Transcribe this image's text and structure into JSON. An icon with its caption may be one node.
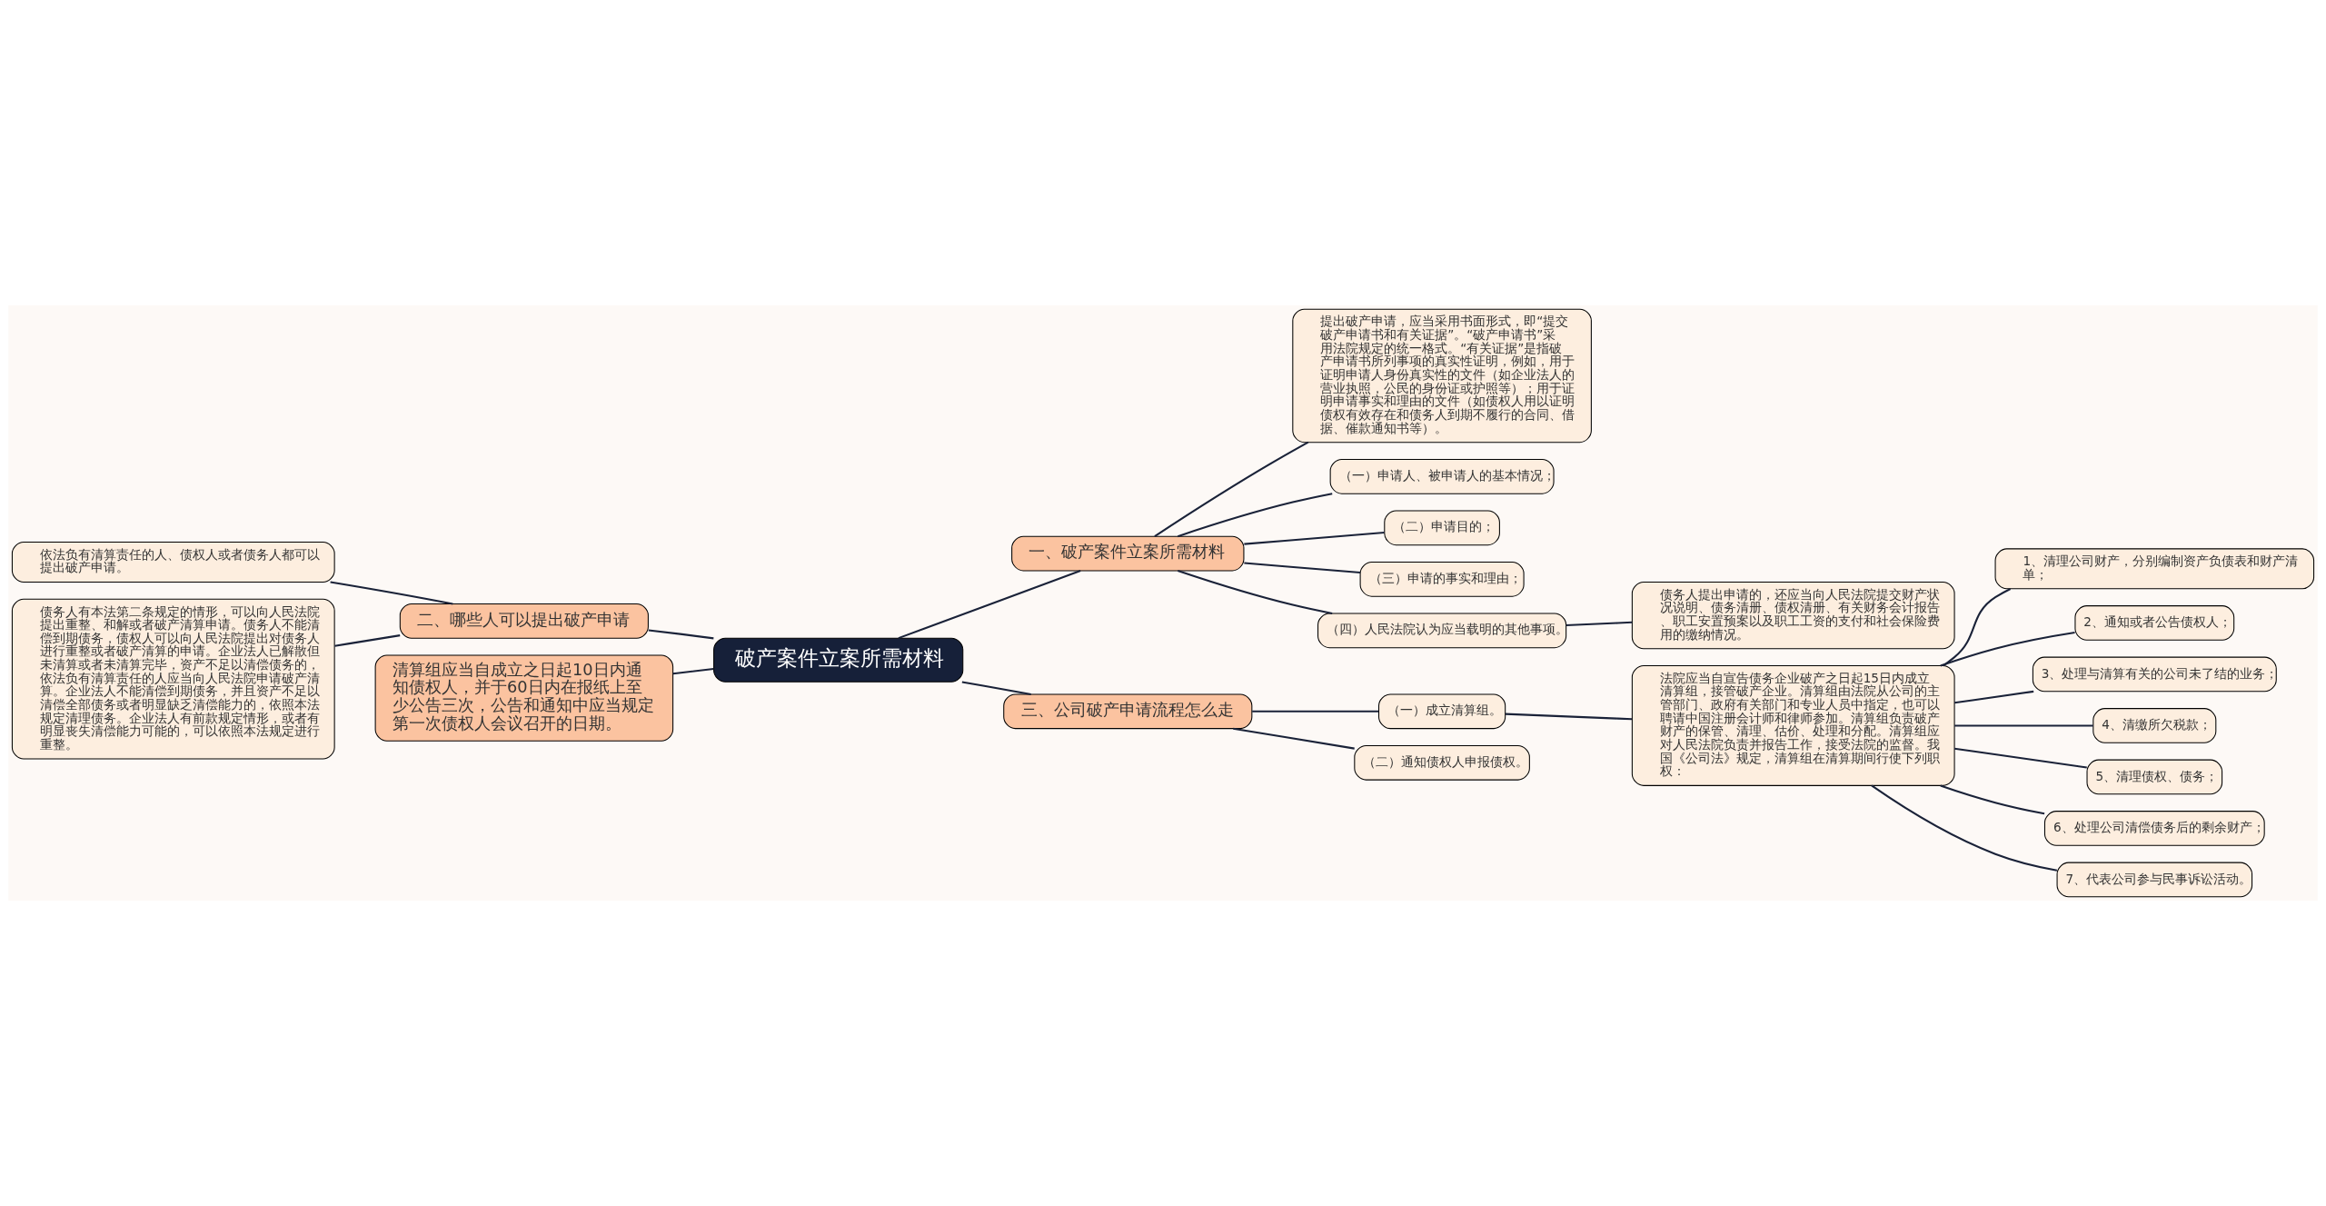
{
  "diagram": {
    "nodes": [
      {
        "text": [
          "破产案件立案所需材料"
        ]
      },
      {
        "text": [
          "一、破产案件立案所需材料"
        ]
      },
      {
        "text": [
          "提出破产申请，应当采用书面形式，即“提交破产申请书和有关证据”。“破产申请书”采用法院规定的统一格式。“有关证据”是指破产申请书所列事项的真实性证明，例如，用于证明申请人身份真实性的文件（如企业法人的营业执照，公民的身份证或护照等）；用于证明申请事实和理由的文件（如债权人用以证明债权有效存在和债务人到期不履行的合同、借据、催款通知书等）。"
        ]
      },
      {
        "text": [
          "（一）申请人、被申请人的基本情况；"
        ]
      },
      {
        "text": [
          "（二）申请目的；"
        ]
      },
      {
        "text": [
          "（三）申请的事实和理由；"
        ]
      },
      {
        "text": [
          "（四）人民法院认为应当载明的其他事项。"
        ]
      },
      {
        "text": [
          "债务人提出申请的，还应当向人民法院提交财产状况说明、债务清册、债权清册、有关财务会计报告、职工安置预案以及职工工资的支付和社会保险费用的缴纳情况。"
        ]
      },
      {
        "text": [
          "二、哪些人可以提出破产申请"
        ]
      },
      {
        "text": [
          "依法负有清算责任的人、债权人或者债务人都可以提出破产申请。"
        ]
      },
      {
        "text": [
          "债务人有本法第二条规定的情形，可以向人民法院提出重整、和解或者破产清算申请。债务人不能清偿到期债务，债权人可以向人民法院提出对债务人进行重整或者破产清算的申请。企业法人已解散但未清算或者未清算完毕，资产不足以清偿债务的，依法负有清算责任的人应当向人民法院申请破产清算。企业法人不能清偿到期债务，并且资产不足以清偿全部债务或者明显缺乏清偿能力的，依照本法规定清理债务。企业法人有前款规定情形，或者有明显丧失清偿能力可能的，可以依照本法规定进行重整。"
        ]
      },
      {
        "text": [
          "清算组应当自成立之日起10日内通知债权人，并于60日内在报纸上至少公告三次，公告和通知中应当规定第一次债权人会议召开的日期。"
        ]
      },
      {
        "text": [
          "三、公司破产申请流程怎么走"
        ]
      },
      {
        "text": [
          "（一）成立清算组。"
        ]
      },
      {
        "text": [
          "法院应当自宣告债务企业破产之日起15日内成立清算组，接管破产企业。清算组由法院从公司的主管部门、政府有关部门和专业人员中指定，也可以聘请中国注册会计师和律师参加。清算组负责破产财产的保管、清理、估价、处理和分配。清算组应对人民法院负责并报告工作，接受法院的监督。我国《公司法》规定，清算组在清算期间行使下列职权："
        ]
      },
      {
        "text": [
          "1、清理公司财产，分别编制资产负债表和财产清单；"
        ]
      },
      {
        "text": [
          "2、通知或者公告债权人；"
        ]
      },
      {
        "text": [
          "3、处理与清算有关的公司未了结的业务；"
        ]
      },
      {
        "text": [
          "4、清缴所欠税款；"
        ]
      },
      {
        "text": [
          "5、清理债权、债务；"
        ]
      },
      {
        "text": [
          "6、处理公司清偿债务后的剩余财产；"
        ]
      },
      {
        "text": [
          "7、代表公司参与民事诉讼活动。"
        ]
      },
      {
        "text": [
          "（二）通知债权人申报债权。"
        ]
      }
    ],
    "edges": [
      {
        "from": 0,
        "to": 1,
        "arrow": "none"
      },
      {
        "from": 1,
        "to": 2,
        "arrow": "none"
      },
      {
        "from": 1,
        "to": 3,
        "arrow": "none"
      },
      {
        "from": 1,
        "to": 4,
        "arrow": "none"
      },
      {
        "from": 1,
        "to": 5,
        "arrow": "none"
      },
      {
        "from": 1,
        "to": 6,
        "arrow": "none"
      },
      {
        "from": 6,
        "to": 7,
        "arrow": "none"
      },
      {
        "from": 0,
        "to": 8,
        "arrow": "none"
      },
      {
        "from": 8,
        "to": 9,
        "arrow": "none"
      },
      {
        "from": 8,
        "to": 10,
        "arrow": "none"
      },
      {
        "from": 0,
        "to": 11,
        "arrow": "none"
      },
      {
        "from": 0,
        "to": 12,
        "arrow": "none"
      },
      {
        "from": 12,
        "to": 13,
        "arrow": "none"
      },
      {
        "from": 13,
        "to": 14,
        "arrow": "none"
      },
      {
        "from": 14,
        "to": 15,
        "arrow": "none"
      },
      {
        "from": 14,
        "to": 16,
        "arrow": "none"
      },
      {
        "from": 14,
        "to": 17,
        "arrow": "none"
      },
      {
        "from": 14,
        "to": 18,
        "arrow": "none"
      },
      {
        "from": 14,
        "to": 19,
        "arrow": "none"
      },
      {
        "from": 14,
        "to": 20,
        "arrow": "none"
      },
      {
        "from": 14,
        "to": 21,
        "arrow": "none"
      },
      {
        "from": 12,
        "to": 22,
        "arrow": "none"
      }
    ]
  }
}
